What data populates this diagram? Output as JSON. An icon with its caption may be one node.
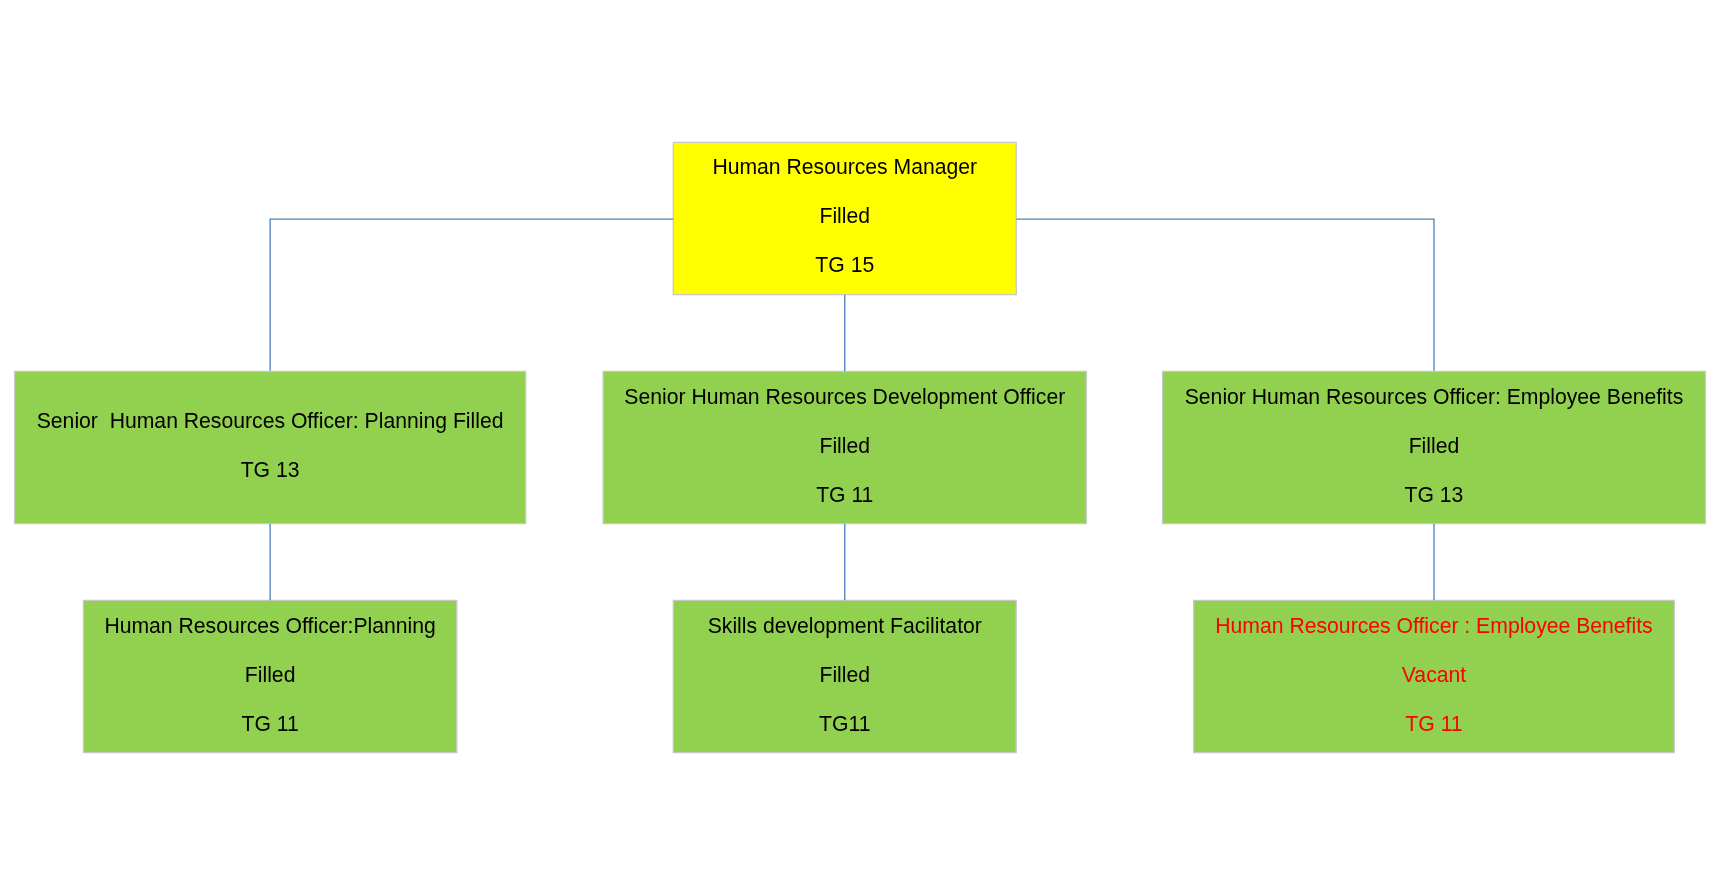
{
  "diagram": {
    "nodes": [
      {
        "text": [
          "Human Resources Manager",
          "Filled",
          "TG 15"
        ]
      },
      {
        "text": [
          "Senior  Human Resources Officer: Planning Filled",
          "TG 13"
        ]
      },
      {
        "text": [
          "Senior Human Resources Development Officer",
          "Filled",
          "TG 11"
        ]
      },
      {
        "text": [
          "Senior Human Resources Officer: Employee Benefits",
          "Filled",
          "TG 13"
        ]
      },
      {
        "text": [
          "Human Resources Officer:Planning",
          "Filled",
          "TG 11"
        ]
      },
      {
        "text": [
          "Skills development Facilitator",
          "Filled",
          "TG11"
        ]
      },
      {
        "text": [
          "Human Resources Officer : Employee Benefits",
          "Vacant",
          "TG 11"
        ]
      }
    ],
    "edges": [
      {
        "from": 0,
        "to": 1,
        "arrow": "none"
      },
      {
        "from": 0,
        "to": 2,
        "arrow": "none"
      },
      {
        "from": 0,
        "to": 3,
        "arrow": "none"
      },
      {
        "from": 1,
        "to": 4,
        "arrow": "none"
      },
      {
        "from": 2,
        "to": 5,
        "arrow": "none"
      },
      {
        "from": 3,
        "to": 6,
        "arrow": "none"
      }
    ]
  }
}
